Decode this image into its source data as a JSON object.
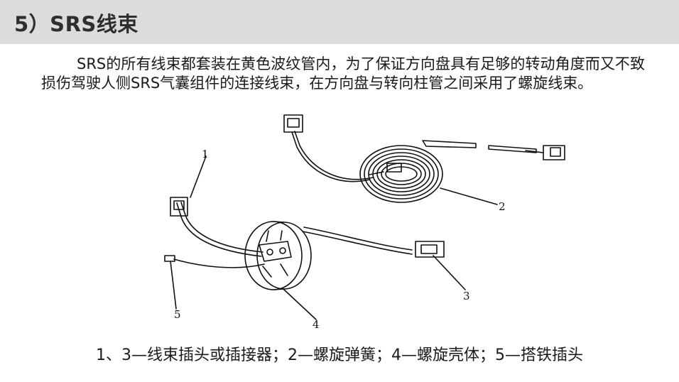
{
  "header": {
    "title": "5）SRS线束"
  },
  "content": {
    "paragraph": "SRS的所有线束都套装在黄色波纹管内，为了保证方向盘具有足够的转动角度而又不致损伤驾驶人侧SRS气囊组件的连接线束，在方向盘与转向柱管之间采用了螺旋线束。"
  },
  "figure": {
    "labels": [
      "1",
      "2",
      "3",
      "4",
      "5"
    ]
  },
  "caption": {
    "text": "1、3—线束插头或插接器；2—螺旋弹簧；4—螺旋壳体；5—搭铁插头"
  }
}
